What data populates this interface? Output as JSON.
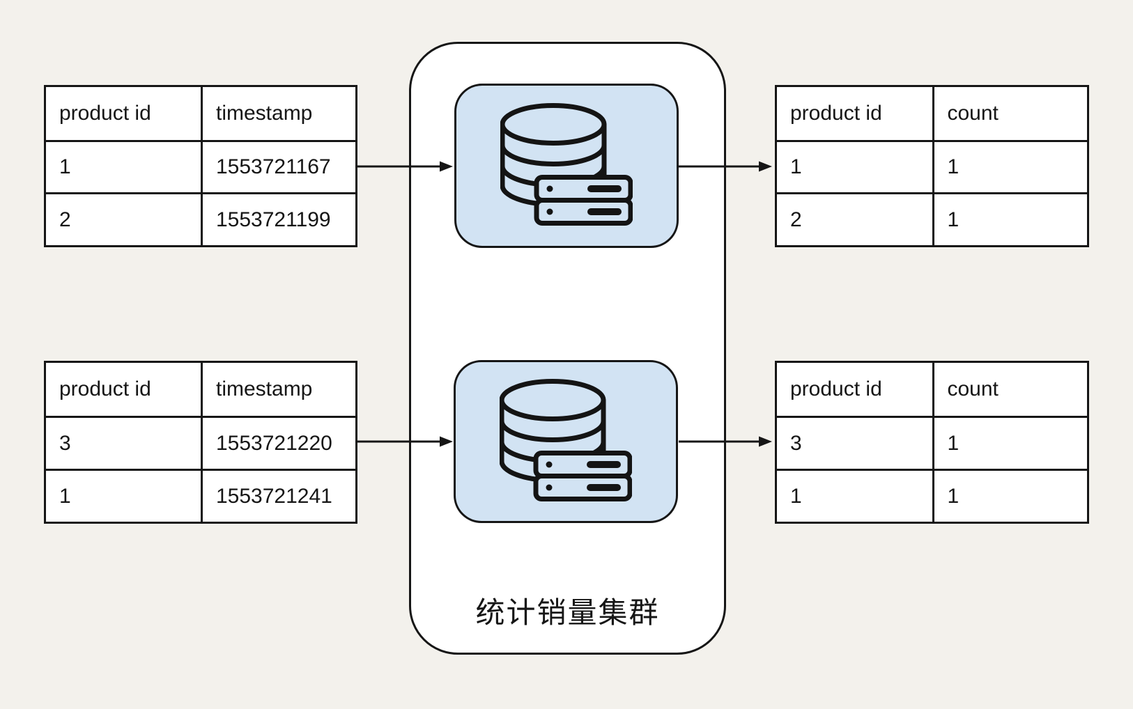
{
  "diagram": {
    "cluster": {
      "label": "统计销量集群",
      "node_count": 2,
      "node_icon": "database-server-icon"
    },
    "colors": {
      "background": "#f3f1ec",
      "cluster_fill": "#ffffff",
      "node_fill": "#d2e3f3",
      "line": "#161616",
      "table_fill": "#ffffff",
      "text": "#161616"
    },
    "tables": {
      "input_top": {
        "headers": [
          "product id",
          "timestamp"
        ],
        "rows": [
          [
            "1",
            "1553721167"
          ],
          [
            "2",
            "1553721199"
          ]
        ]
      },
      "input_bottom": {
        "headers": [
          "product id",
          "timestamp"
        ],
        "rows": [
          [
            "3",
            "1553721220"
          ],
          [
            "1",
            "1553721241"
          ]
        ]
      },
      "output_top": {
        "headers": [
          "product id",
          "count"
        ],
        "rows": [
          [
            "1",
            "1"
          ],
          [
            "2",
            "1"
          ]
        ]
      },
      "output_bottom": {
        "headers": [
          "product id",
          "count"
        ],
        "rows": [
          [
            "3",
            "1"
          ],
          [
            "1",
            "1"
          ]
        ]
      }
    }
  }
}
